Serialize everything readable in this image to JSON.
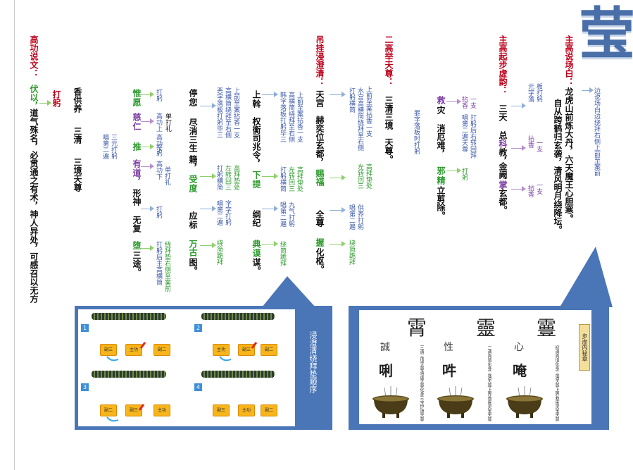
{
  "logo_char": "莹",
  "columns": {
    "c1": {
      "head": "主高说场白：",
      "line1": "龙虎山前炼大丹，六天魔王心胆寒。",
      "line2": "自从跨鹤归玄袭，清风明月绕降坛。",
      "note": "边说场白边绕拜右侧上前至案前"
    },
    "c2": {
      "head": "主高起步虚韵：",
      "body_a": "三天",
      "body_b": "总",
      "body_c": "科",
      "body_d": "教，",
      "body_e": "金阙",
      "body_f": "掌",
      "body_g": "玄都。",
      "n1": "板打躬",
      "n2": "元字落",
      "n3": "一支",
      "n4": "拈香",
      "n5": "一支",
      "n6": "拈香"
    },
    "c3": {
      "notes_a": "一支",
      "notes_b": "拈香",
      "notes_c": "打躬后右转回拜",
      "notes_d": "唱第二遍天尊",
      "notes_e": "打躬",
      "body_a": "救",
      "body_b": "灾",
      "body_c": "消厄难，",
      "body_d": "邪",
      "body_e": "精",
      "body_f": "立剪除。"
    },
    "c4": {
      "head": "二高举天尊：",
      "body": "三清三境　天尊。",
      "note": "罪字落板时打躬"
    },
    "c5": {
      "notes": [
        "上前至案拈香一支",
        "水宫高横简绕拜至右侧",
        "打躬横简"
      ],
      "notes2": [
        "高拜垫处",
        "左转回三",
        "唱第二遍"
      ],
      "notes3": [
        "供养打躬",
        "绕简跪拜"
      ]
    },
    "c6": {
      "head": "吊挂浸澄清：",
      "body_a": "天宫",
      "body_b": "赫奕位玄都，",
      "body_c": "赐福",
      "body_d": "全尊",
      "body_e": "握",
      "body_f": "化枢。"
    },
    "c7": {
      "notes": [
        "上前至案拈香一支",
        "高横简绕拜至右侧",
        "韩字落板打躬毕三"
      ],
      "notes2": [
        "高拜垫处",
        "左转回三",
        "打躬横简"
      ],
      "notes3": [
        "九气打躬",
        "唱第二遍"
      ],
      "notes4": [
        "绕简跪拜"
      ]
    },
    "c8": {
      "body_a": "上",
      "body_b": "斡",
      "body_c": "权衡司兆令，",
      "body_d": "下",
      "body_e": "提",
      "body_f": "纲纪",
      "body_g": "典",
      "body_h": "谟",
      "body_i": "谋。"
    },
    "c9": {
      "notes": [
        "上前至案拈香一支",
        "高横简绕拜至右侧",
        "恶字落板打躬毕三"
      ],
      "notes2": [
        "高拜垫处",
        "左转回三",
        "打躬横简"
      ],
      "notes3": [
        "字字打躬",
        "唱第二遍"
      ],
      "notes4": [
        "绕简跪拜"
      ]
    },
    "c10": {
      "body_a": "停",
      "body_b": "您",
      "body_c": "尽消三生",
      "body_d": "籍，",
      "body_e": "受",
      "body_f": "度",
      "body_g": "应",
      "body_h": "标",
      "body_i": "万古",
      "body_j": "图。"
    },
    "c11": {
      "notes": [
        "打躬"
      ],
      "n2": [
        "单打礼",
        "高功上",
        "高功下"
      ],
      "n3": [
        "打躬"
      ],
      "n4": [
        "单打礼",
        "高功下"
      ],
      "n5": [
        "打躬"
      ],
      "n6": [
        "绕拜垫右侧至案前",
        "打躬后主高横简"
      ]
    },
    "c12": {
      "body_a": "惟",
      "body_b": "愿",
      "body_c": "慈",
      "body_d": "仁",
      "body_e": "推",
      "body_f": "有",
      "body_g": "道，",
      "body_h": "形神",
      "body_i": "无复",
      "body_j": "堕",
      "body_k": "三途。"
    },
    "c13": {
      "notes": [
        "三元打躬",
        "唱第二遍"
      ]
    },
    "c14": {
      "body_a": "香供养",
      "body_b": "三清",
      "body_c": "三境天尊"
    },
    "c15": {
      "head": "打躬"
    },
    "c16": {
      "head": "高功说文：",
      "body_a": "伏以，",
      "body_b": "道气殊名，必贯通之有术，神人异处，可感召以无方"
    }
  },
  "panel_left": {
    "caption": "浸澄清绕拜垫顺序",
    "quads": [
      {
        "num": "1",
        "slots": [
          "副三",
          "主功",
          "副二"
        ]
      },
      {
        "num": "2",
        "slots": [
          "主功",
          "副三",
          "副二"
        ]
      },
      {
        "num": "3",
        "slots": [
          "副二",
          "副三",
          "主功"
        ]
      },
      {
        "num": "4",
        "slots": [
          "副三",
          "主功",
          "副二"
        ]
      }
    ]
  },
  "panel_right": {
    "big_chars": [
      "霄",
      "靈",
      "霻"
    ],
    "mid_chars": [
      "誠",
      "性",
      "心"
    ],
    "small_chars": [
      "唎",
      "吽",
      "唵"
    ],
    "urn_texts": [
      "三清三境天尊清虚天尊化身三宝护道天尊",
      "二清真境化身三清天尊上界救度灵宝天尊",
      "初清真境化身三清天尊上界救度灵宝天尊"
    ],
    "tag": "步虚内秘章"
  },
  "colors": {
    "panel": "#4a76b8",
    "accent_red": "#c0001b",
    "note_blue": "#3a57a8",
    "note_green": "#2c9a2c",
    "note_purple": "#7a3ba0",
    "gold": "#f7b41b"
  }
}
